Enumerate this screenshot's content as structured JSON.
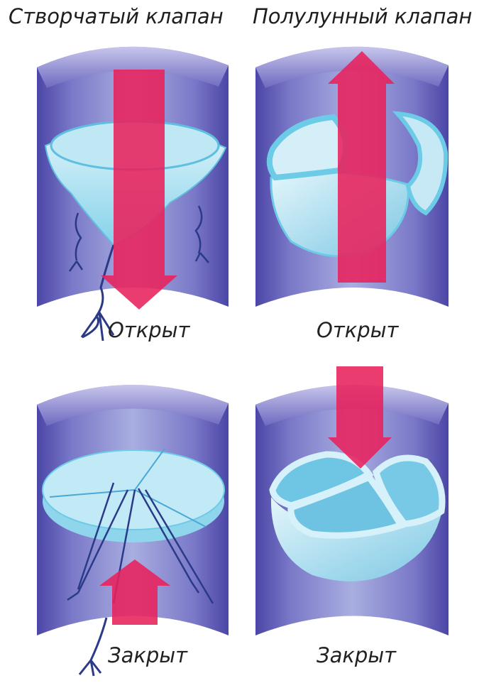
{
  "titles": {
    "cusp_valve": "Створчатый клапан",
    "semilunar_valve": "Полулунный клапан"
  },
  "captions": {
    "cusp_open": "Открыт",
    "semilunar_open": "Открыт",
    "cusp_closed": "Закрыт",
    "semilunar_closed": "Закрыт"
  },
  "colors": {
    "vessel_wall": "#5e58b8",
    "vessel_inner": "#8f8fd2",
    "valve_tissue": "#bfe8f4",
    "valve_edge": "#6ccbe6",
    "blood_flow_arrow": "#e8215c",
    "chordae": "#2a3a88"
  }
}
